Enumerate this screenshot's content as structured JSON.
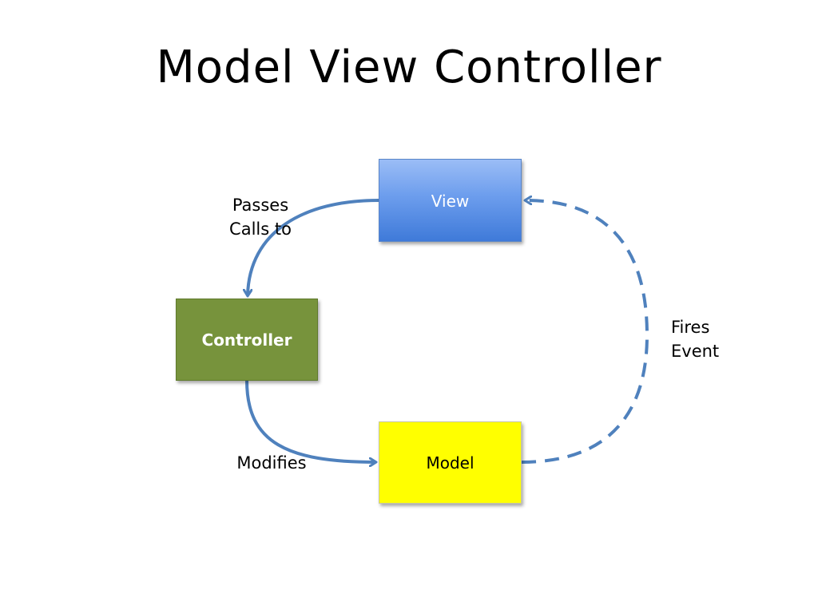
{
  "slide": {
    "title": "Model View Controller"
  },
  "nodes": {
    "view": {
      "label": "View",
      "color": "#4f81bd"
    },
    "controller": {
      "label": "Controller",
      "color": "#77933c"
    },
    "model": {
      "label": "Model",
      "color": "#ffff00"
    }
  },
  "edges": {
    "view_to_controller": {
      "line1": "Passes",
      "line2": "Calls to",
      "style": "solid"
    },
    "controller_to_model": {
      "label": "Modifies",
      "style": "solid"
    },
    "model_to_view": {
      "line1": "Fires",
      "line2": "Event",
      "style": "dashed"
    }
  },
  "colors": {
    "connector": "#4f81bd"
  }
}
